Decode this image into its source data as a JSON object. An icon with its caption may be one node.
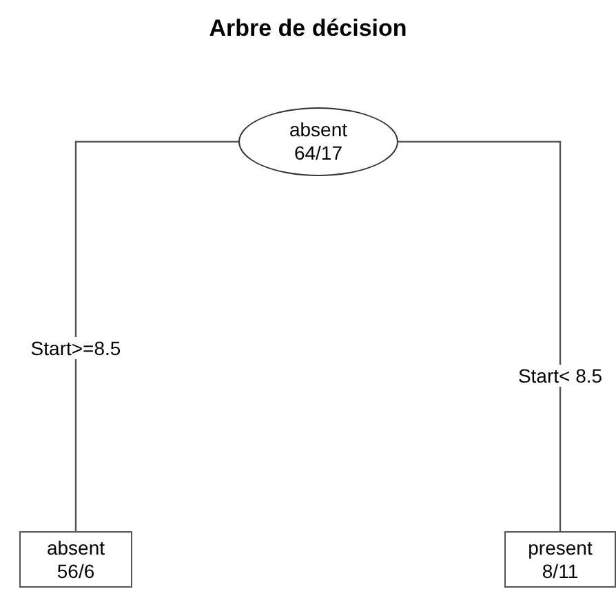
{
  "diagram": {
    "title": "Arbre de décision",
    "nodes": [
      {
        "text": [
          "absent",
          "64/17"
        ]
      },
      {
        "text": [
          "absent",
          "56/6"
        ]
      },
      {
        "text": [
          "present",
          "8/11"
        ]
      }
    ],
    "edges": [
      {
        "from": 0,
        "to": 1,
        "arrow": "none",
        "label": "Start>=8.5"
      },
      {
        "from": 0,
        "to": 2,
        "arrow": "none",
        "label": "Start< 8.5"
      }
    ]
  }
}
